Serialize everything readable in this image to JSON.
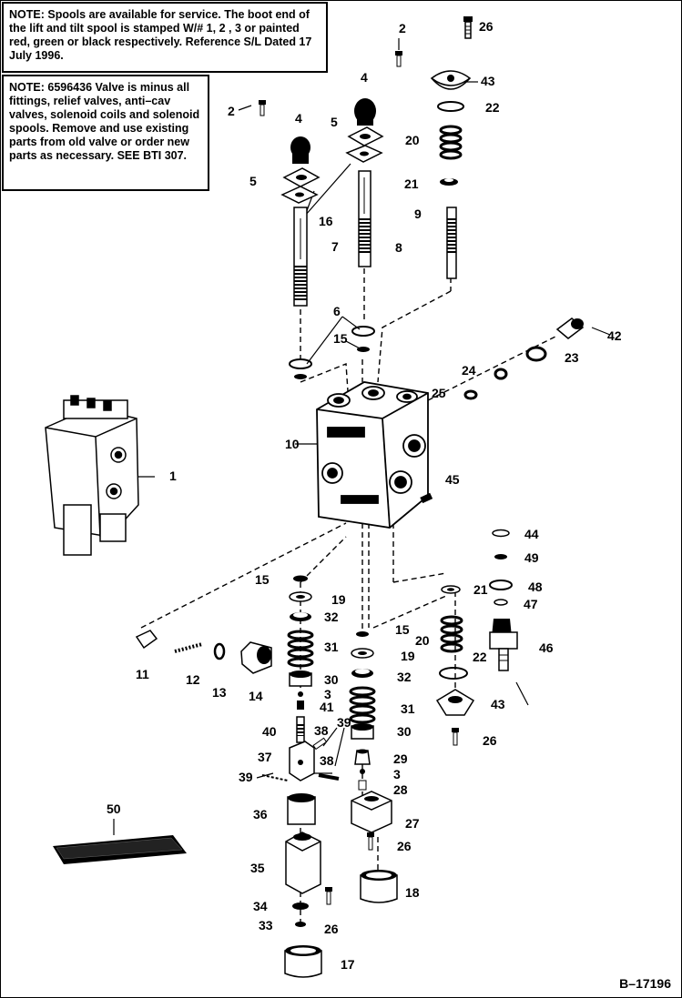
{
  "notes": {
    "note1": {
      "label": "NOTE:",
      "text": "Spools are available for service. The boot end of the lift and tilt spool is stamped W/# 1, 2 , 3 or painted red, green or black respectively. Reference S/L Dated 17 July 1996."
    },
    "note2": {
      "label": "NOTE:",
      "text": "6596436 Valve is minus all fittings, relief valves, anti–cav valves, solenoid coils and solenoid spools. Remove and use existing parts from old valve or order new parts as necessary. SEE BTI 307."
    }
  },
  "callouts": [
    {
      "id": "c26a",
      "text": "26"
    },
    {
      "id": "c2a",
      "text": "2"
    },
    {
      "id": "c43a",
      "text": "43"
    },
    {
      "id": "c4a",
      "text": "4"
    },
    {
      "id": "c22a",
      "text": "22"
    },
    {
      "id": "c2b",
      "text": "2"
    },
    {
      "id": "c4b",
      "text": "4"
    },
    {
      "id": "c5a",
      "text": "5"
    },
    {
      "id": "c20a",
      "text": "20"
    },
    {
      "id": "c5b",
      "text": "5"
    },
    {
      "id": "c21a",
      "text": "21"
    },
    {
      "id": "c16",
      "text": "16"
    },
    {
      "id": "c9",
      "text": "9"
    },
    {
      "id": "c7",
      "text": "7"
    },
    {
      "id": "c8",
      "text": "8"
    },
    {
      "id": "c6",
      "text": "6"
    },
    {
      "id": "c42",
      "text": "42"
    },
    {
      "id": "c15a",
      "text": "15"
    },
    {
      "id": "c23",
      "text": "23"
    },
    {
      "id": "c24",
      "text": "24"
    },
    {
      "id": "c25",
      "text": "25"
    },
    {
      "id": "c10",
      "text": "10"
    },
    {
      "id": "c1",
      "text": "1"
    },
    {
      "id": "c45",
      "text": "45"
    },
    {
      "id": "c44",
      "text": "44"
    },
    {
      "id": "c49",
      "text": "49"
    },
    {
      "id": "c15b",
      "text": "15"
    },
    {
      "id": "c21b",
      "text": "21"
    },
    {
      "id": "c48",
      "text": "48"
    },
    {
      "id": "c19a",
      "text": "19"
    },
    {
      "id": "c47",
      "text": "47"
    },
    {
      "id": "c32a",
      "text": "32"
    },
    {
      "id": "c15c",
      "text": "15"
    },
    {
      "id": "c20b",
      "text": "20"
    },
    {
      "id": "c46",
      "text": "46"
    },
    {
      "id": "c31a",
      "text": "31"
    },
    {
      "id": "c19b",
      "text": "19"
    },
    {
      "id": "c11",
      "text": "11"
    },
    {
      "id": "c12",
      "text": "12"
    },
    {
      "id": "c13",
      "text": "13"
    },
    {
      "id": "c14",
      "text": "14"
    },
    {
      "id": "c22b",
      "text": "22"
    },
    {
      "id": "c30a",
      "text": "30"
    },
    {
      "id": "c32b",
      "text": "32"
    },
    {
      "id": "c3a",
      "text": "3"
    },
    {
      "id": "c41",
      "text": "41"
    },
    {
      "id": "c43b",
      "text": "43"
    },
    {
      "id": "c31b",
      "text": "31"
    },
    {
      "id": "c38a",
      "text": "38"
    },
    {
      "id": "c39a",
      "text": "39"
    },
    {
      "id": "c40",
      "text": "40"
    },
    {
      "id": "c30b",
      "text": "30"
    },
    {
      "id": "c26b",
      "text": "26"
    },
    {
      "id": "c37",
      "text": "37"
    },
    {
      "id": "c38b",
      "text": "38"
    },
    {
      "id": "c29",
      "text": "29"
    },
    {
      "id": "c39b",
      "text": "39"
    },
    {
      "id": "c3b",
      "text": "3"
    },
    {
      "id": "c28",
      "text": "28"
    },
    {
      "id": "c50",
      "text": "50"
    },
    {
      "id": "c36",
      "text": "36"
    },
    {
      "id": "c27",
      "text": "27"
    },
    {
      "id": "c26c",
      "text": "26"
    },
    {
      "id": "c35",
      "text": "35"
    },
    {
      "id": "c18",
      "text": "18"
    },
    {
      "id": "c34",
      "text": "34"
    },
    {
      "id": "c26d",
      "text": "26"
    },
    {
      "id": "c33",
      "text": "33"
    },
    {
      "id": "c17",
      "text": "17"
    }
  ],
  "drawing_number": "B–17196"
}
